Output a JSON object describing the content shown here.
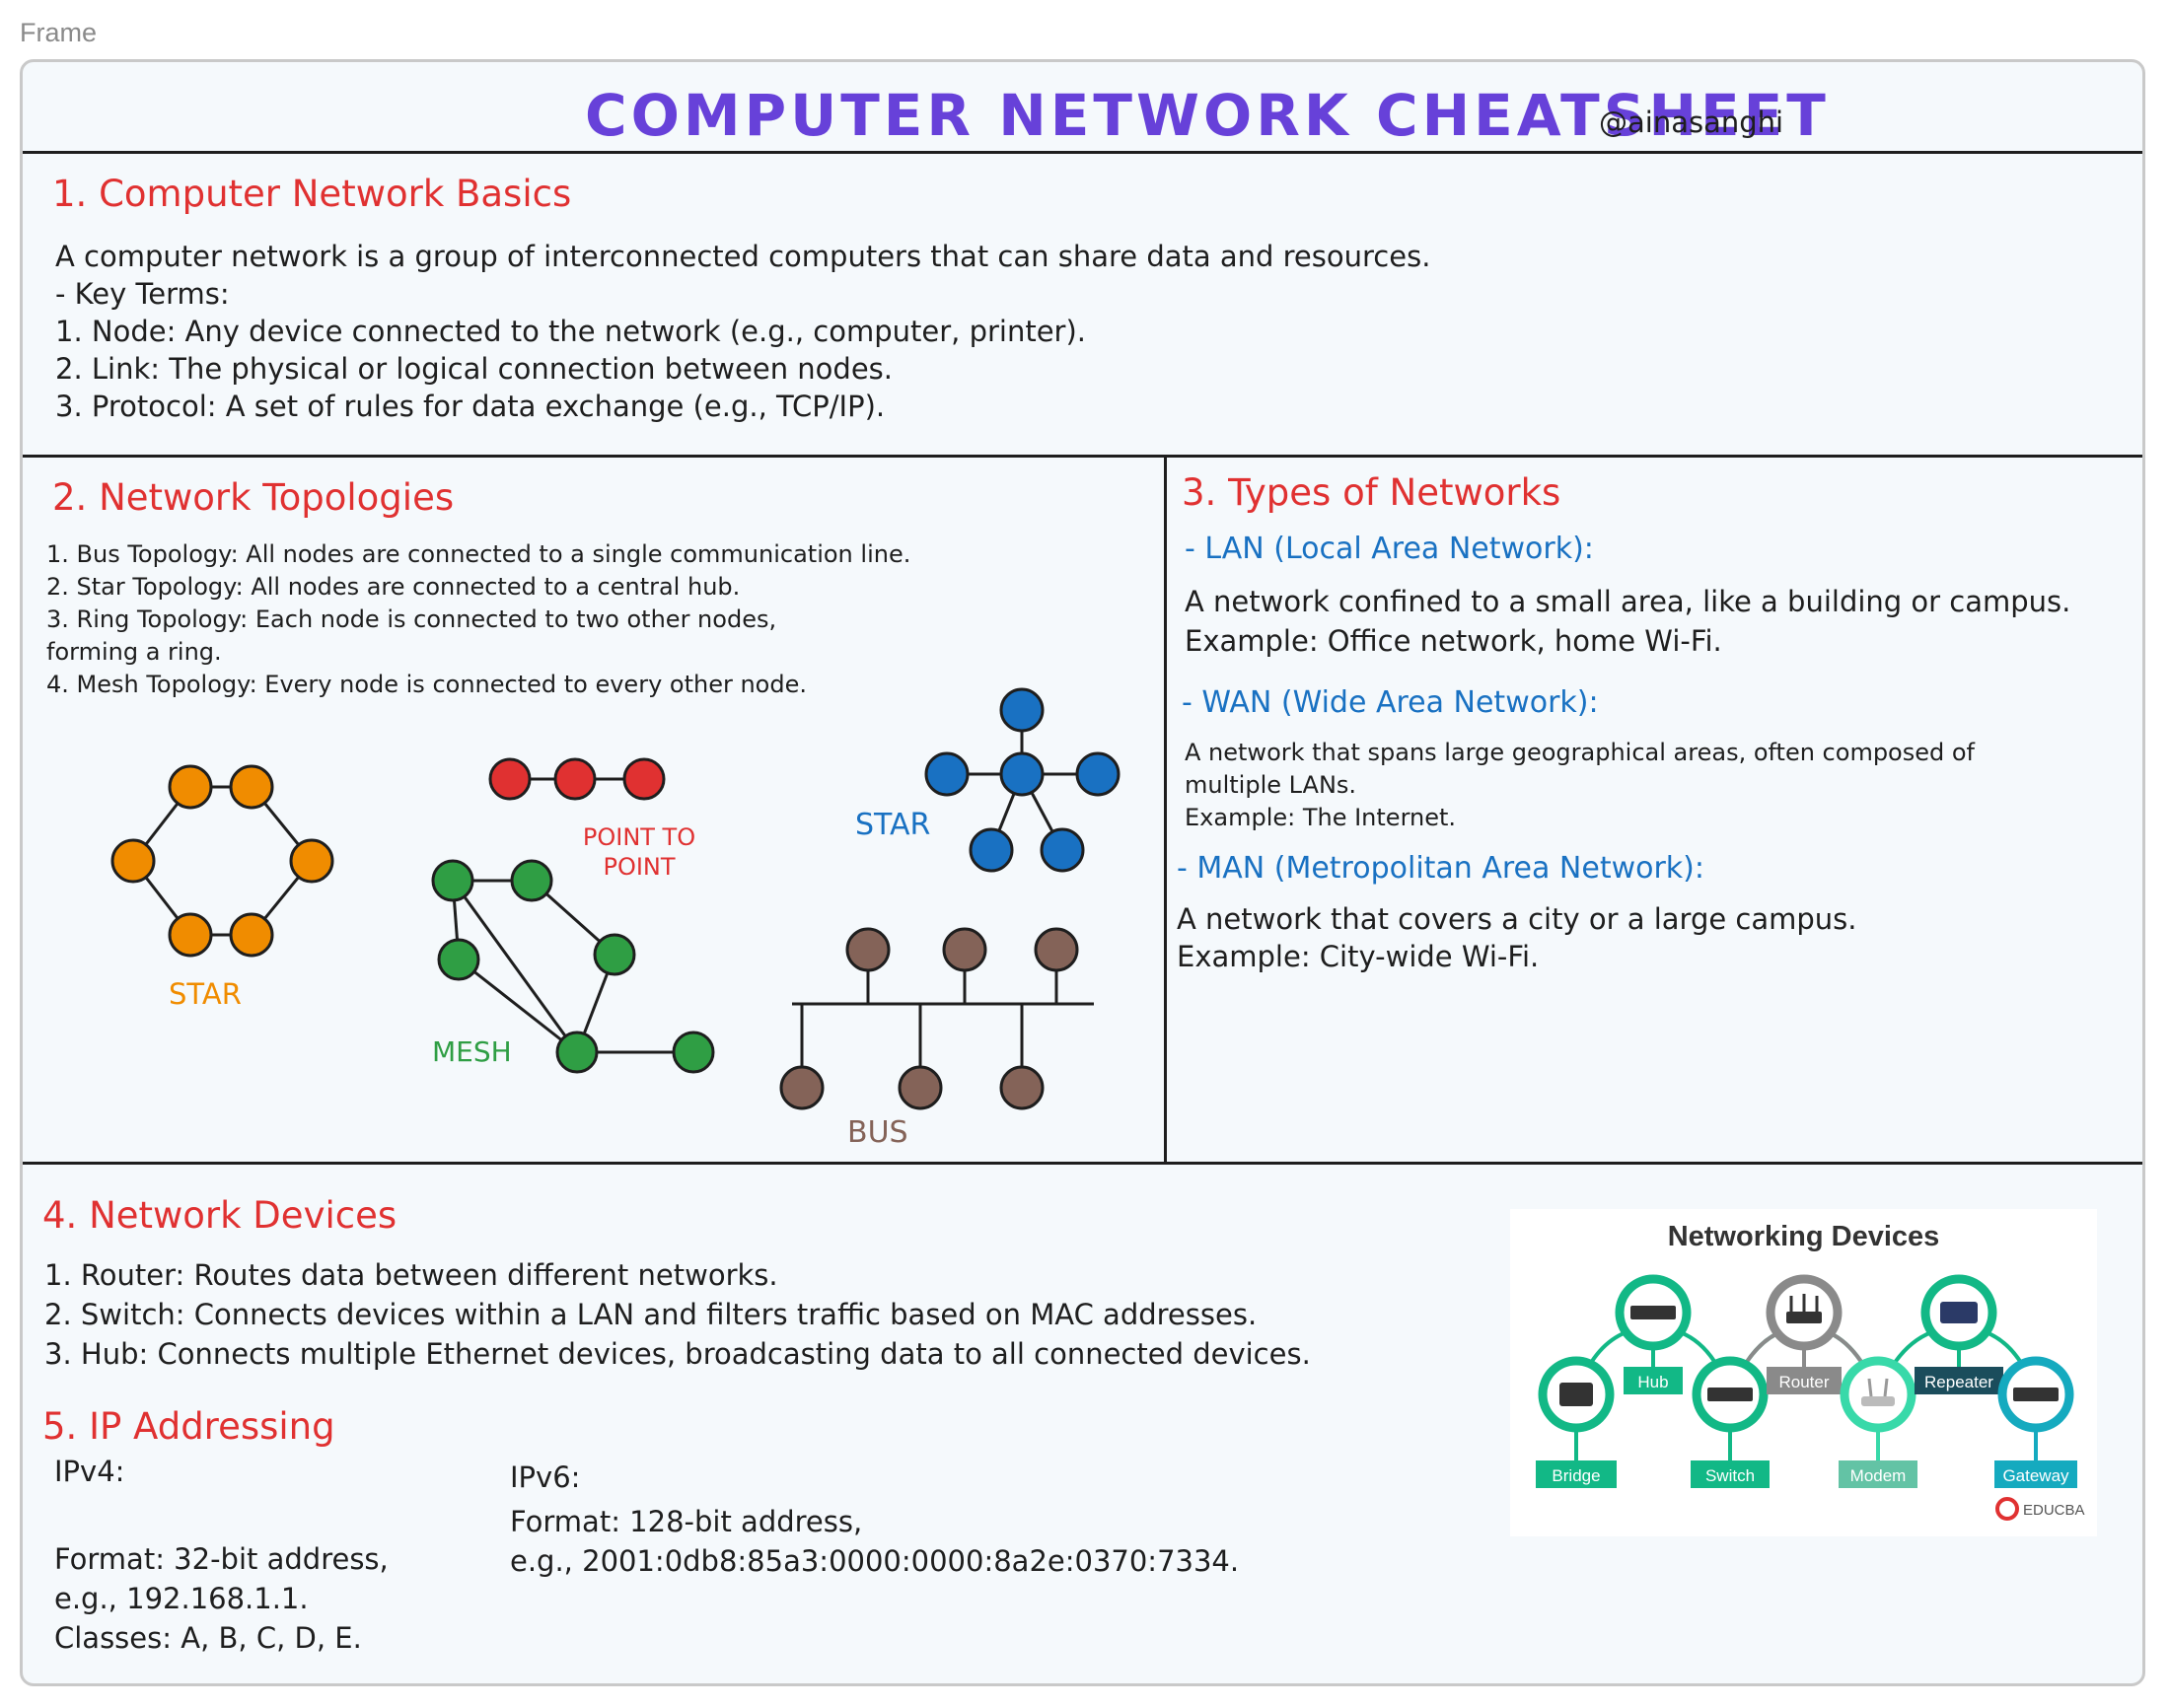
{
  "frame_label": "Frame",
  "title": "COMPUTER NETWORK CHEATSHEET",
  "author": "@ainasanghi",
  "colors": {
    "title": "#6741d9",
    "heading": "#e03131",
    "subheading": "#1971c2",
    "text": "#1e1e1e",
    "star_orange": "#f08c00",
    "point_red": "#e03131",
    "mesh_green": "#2f9e44",
    "star_blue": "#1971c2",
    "bus_brown": "#846358",
    "device_teal": "#12b886"
  },
  "basics": {
    "heading": "1. Computer Network Basics",
    "lines": [
      "A computer network is a group of interconnected computers that can share data and resources.",
      "- Key Terms:",
      "1. Node: Any device connected to the network (e.g., computer, printer).",
      "2. Link: The physical or logical connection between nodes.",
      "3. Protocol: A set of rules for data exchange (e.g., TCP/IP)."
    ]
  },
  "topologies": {
    "heading": "2. Network Topologies",
    "lines": [
      "1. Bus Topology: All nodes are connected to a single communication line.",
      "2. Star Topology: All nodes are connected to a central hub.",
      "3. Ring Topology: Each node is connected to two other nodes,",
      "forming a ring.",
      "4. Mesh Topology: Every node is connected to every other node."
    ],
    "labels": {
      "ring": "STAR",
      "point_line1": "POINT TO",
      "point_line2": "POINT",
      "star": "STAR",
      "mesh": "MESH",
      "bus": "BUS"
    }
  },
  "types": {
    "heading": "3. Types of Networks",
    "lan": {
      "title": "- LAN (Local Area Network):",
      "lines": [
        "A network confined to a small area, like a building or campus.",
        "Example: Office network, home Wi-Fi."
      ]
    },
    "wan": {
      "title": "- WAN (Wide Area Network):",
      "lines": [
        "A network that spans large geographical areas, often composed of",
        "multiple LANs.",
        "Example: The Internet."
      ]
    },
    "man": {
      "title": "- MAN (Metropolitan Area Network):",
      "lines": [
        "A network that covers a city or a large campus.",
        "Example: City-wide Wi-Fi."
      ]
    }
  },
  "devices": {
    "heading": "4. Network Devices",
    "lines": [
      "1. Router: Routes data between different networks.",
      "2. Switch: Connects devices within a LAN and filters traffic based on MAC addresses.",
      "3. Hub: Connects multiple Ethernet devices, broadcasting data to all connected devices."
    ],
    "image": {
      "title": "Networking Devices",
      "items": [
        "Bridge",
        "Hub",
        "Switch",
        "Router",
        "Modem",
        "Repeater",
        "Gateway"
      ],
      "brand": "EDUCBA"
    }
  },
  "ip": {
    "heading": "5. IP Addressing",
    "ipv4": {
      "label": "IPv4:",
      "lines": [
        "Format: 32-bit address,",
        "e.g., 192.168.1.1.",
        "Classes: A, B, C, D, E."
      ]
    },
    "ipv6": {
      "label": "IPv6:",
      "lines": [
        "Format: 128-bit address,",
        "e.g., 2001:0db8:85a3:0000:0000:8a2e:0370:7334."
      ]
    }
  }
}
